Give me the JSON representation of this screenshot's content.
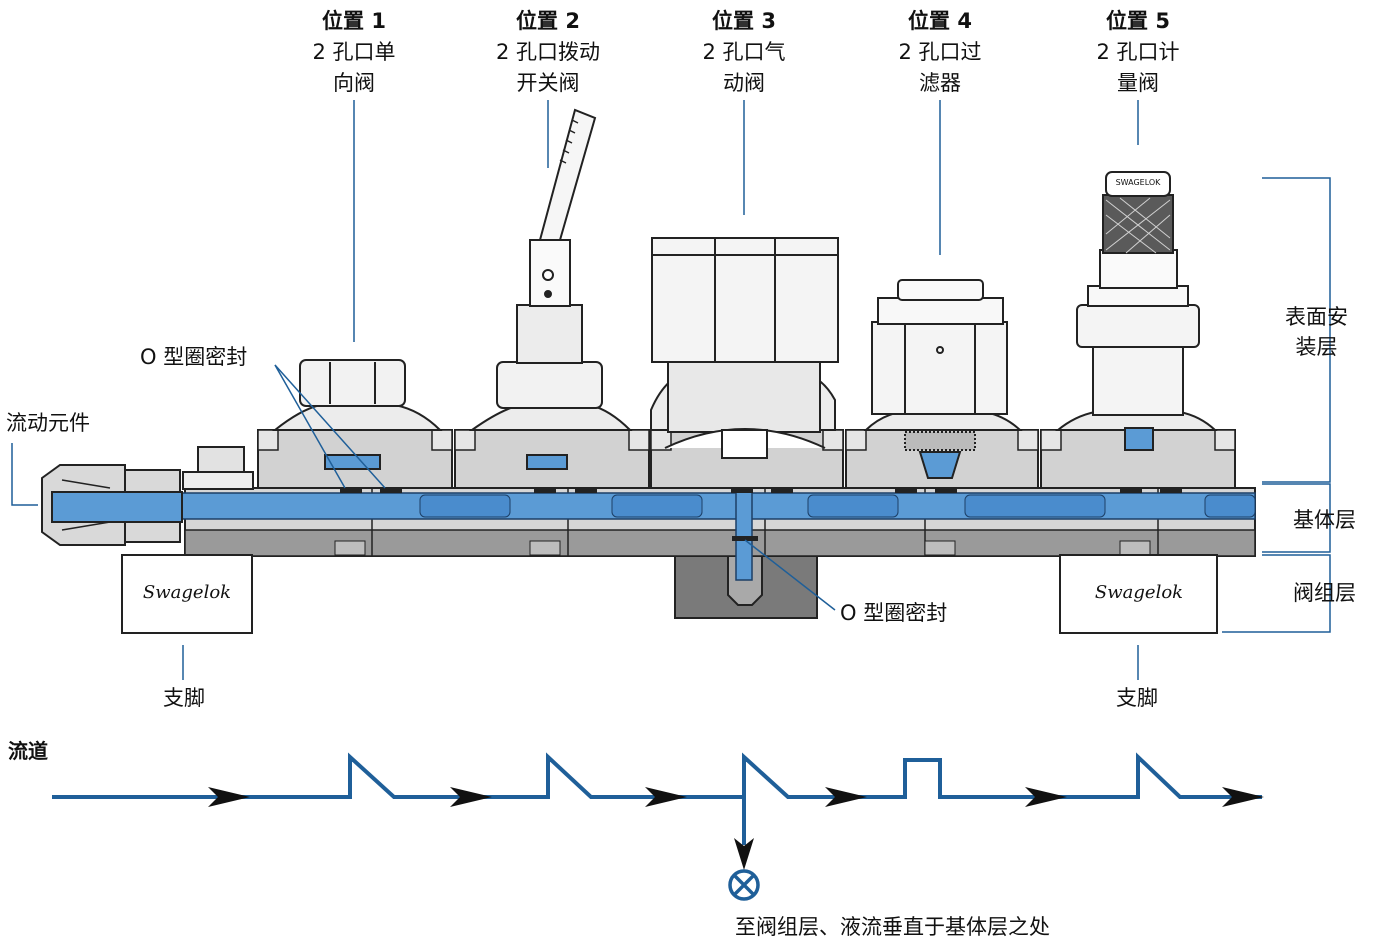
{
  "positions": [
    {
      "title": "位置 1",
      "line1": "2 孔口单",
      "line2": "向阀"
    },
    {
      "title": "位置 2",
      "line1": "2 孔口拨动",
      "line2": "开关阀"
    },
    {
      "title": "位置 3",
      "line1": "2 孔口气",
      "line2": "动阀"
    },
    {
      "title": "位置 4",
      "line1": "2 孔口过",
      "line2": "滤器"
    },
    {
      "title": "位置 5",
      "line1": "2 孔口计",
      "line2": "量阀"
    }
  ],
  "labels": {
    "oring_top": "O 型圈密封",
    "oring_bottom": "O 型圈密封",
    "flow_component": "流动元件",
    "foot_left": "支脚",
    "foot_right": "支脚",
    "surface_layer_1": "表面安",
    "surface_layer_2": "装层",
    "base_layer": "基体层",
    "manifold_layer": "阀组层",
    "flow_path": "流道",
    "drain_note": "至阀组层、液流垂直于基体层之处",
    "brand": "Swagelok",
    "brand_small": "SWAGELOK"
  },
  "colors": {
    "flow": "#1f5f99",
    "fluid": "#5b9bd5",
    "body": "#c8c8c8",
    "body_dark": "#8d8d8d",
    "manifold": "#777777",
    "white": "#ffffff"
  }
}
